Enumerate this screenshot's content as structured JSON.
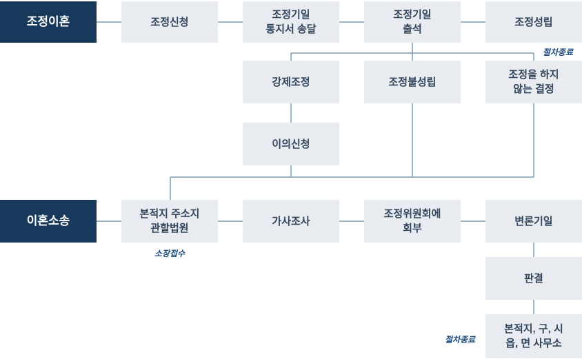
{
  "colors": {
    "background": "#ffffff",
    "header_bg": "#17395C",
    "header_text": "#ffffff",
    "box_bg": "#E8ECF1",
    "box_text": "#33455C",
    "line": "#7E9AAD",
    "annotation": "#1B4C7E"
  },
  "nodes": [
    {
      "id": "mediation-divorce-header",
      "label": "조정이혼",
      "type": "header"
    },
    {
      "id": "mediation-application",
      "label": "조정신청",
      "type": "step"
    },
    {
      "id": "notice-delivery",
      "label": "조정기일\n통지서 송달",
      "type": "step"
    },
    {
      "id": "mediation-date-attend",
      "label": "조정기일\n출석",
      "type": "step"
    },
    {
      "id": "mediation-established",
      "label": "조정성립",
      "type": "step"
    },
    {
      "id": "forced-mediation",
      "label": "강제조정",
      "type": "step"
    },
    {
      "id": "mediation-failed",
      "label": "조정불성립",
      "type": "step"
    },
    {
      "id": "no-mediation-decision",
      "label": "조정을 하지\n않는 결정",
      "type": "step"
    },
    {
      "id": "objection-filing",
      "label": "이의신청",
      "type": "step"
    },
    {
      "id": "divorce-suit-header",
      "label": "이혼소송",
      "type": "header"
    },
    {
      "id": "competent-court",
      "label": "본적지 주소지\n관할법원",
      "type": "step"
    },
    {
      "id": "family-investigation",
      "label": "가사조사",
      "type": "step"
    },
    {
      "id": "committee-referral",
      "label": "조정위원회에\n회부",
      "type": "step"
    },
    {
      "id": "pleading-date",
      "label": "변론기일",
      "type": "step"
    },
    {
      "id": "judgment",
      "label": "판결",
      "type": "step"
    },
    {
      "id": "registry-office",
      "label": "본적지, 구, 시\n읍, 면 사무소",
      "type": "step"
    }
  ],
  "annotations": [
    {
      "id": "procedure-end-top",
      "label": "절차종료"
    },
    {
      "id": "complaint-receipt",
      "label": "소장접수"
    },
    {
      "id": "procedure-end-bottom",
      "label": "절차종료"
    }
  ]
}
